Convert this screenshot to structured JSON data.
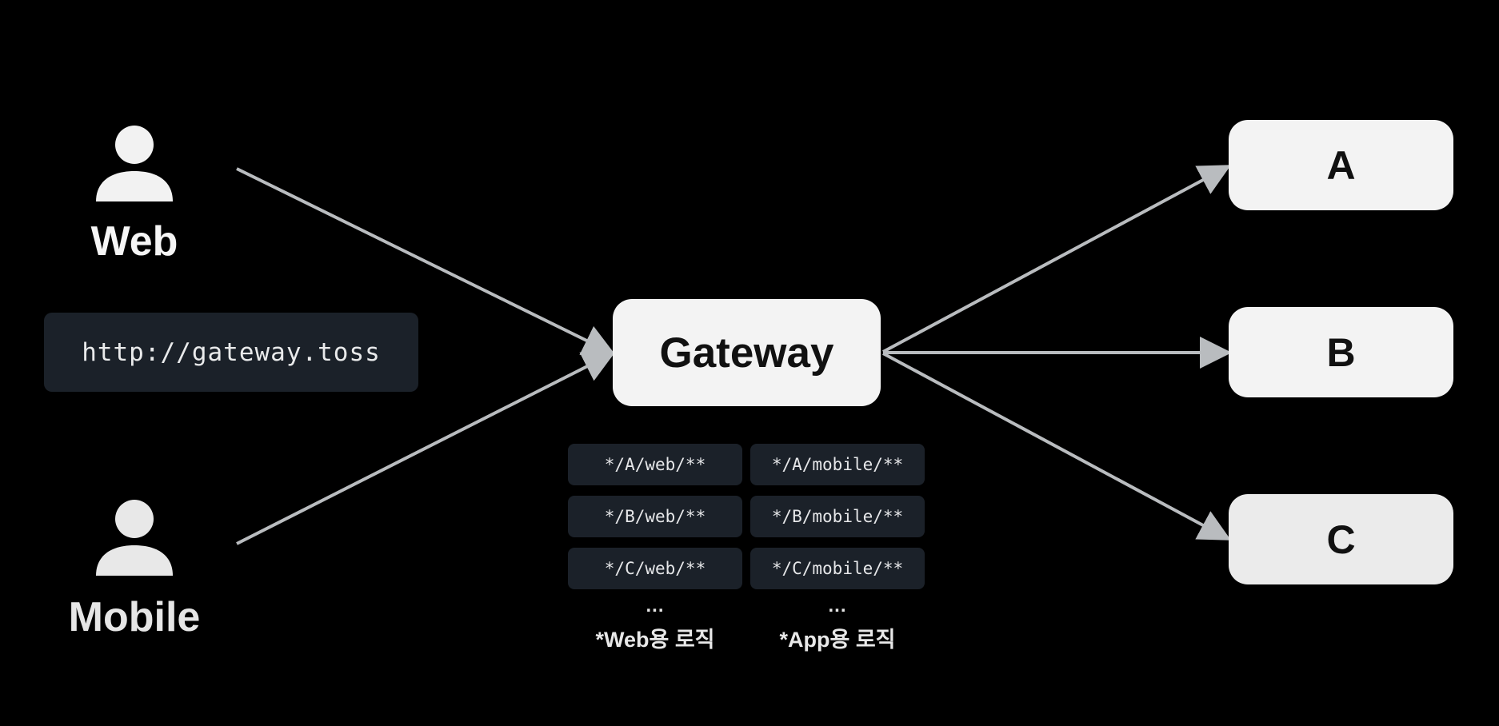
{
  "clients": {
    "web_label": "Web",
    "mobile_label": "Mobile",
    "web_icon": "user-icon",
    "mobile_icon": "user-icon"
  },
  "url": "http://gateway.toss",
  "gateway": {
    "label": "Gateway"
  },
  "services": [
    {
      "label": "A"
    },
    {
      "label": "B"
    },
    {
      "label": "C"
    }
  ],
  "routes": {
    "web": [
      "*/A/web/**",
      "*/B/web/**",
      "*/C/web/**"
    ],
    "mobile": [
      "*/A/mobile/**",
      "*/B/mobile/**",
      "*/C/mobile/**"
    ],
    "web_ellipsis": "...",
    "mobile_ellipsis": "...",
    "web_caption": "*Web용 로직",
    "app_caption": "*App용 로직"
  },
  "colors": {
    "background": "#000000",
    "node_fill": "#f3f3f3",
    "code_box": "#1b2129",
    "arrow": "#b9bcbf"
  }
}
